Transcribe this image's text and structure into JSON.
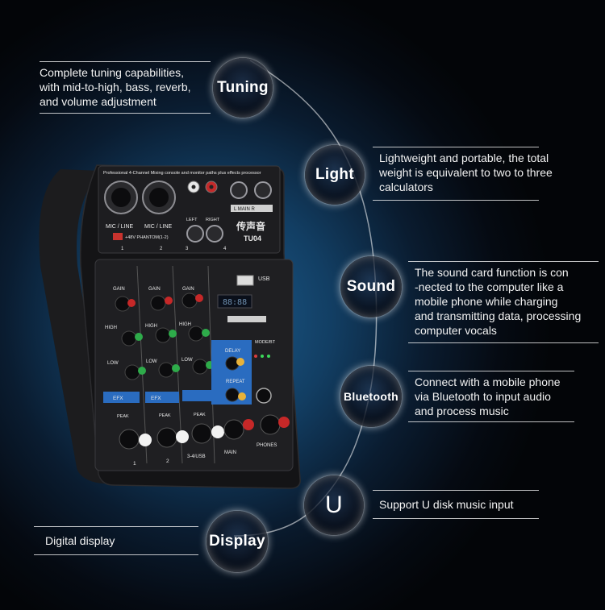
{
  "features": [
    {
      "id": "tuning",
      "label": "Tuning",
      "lines": [
        "Complete tuning capabilities,",
        "with mid-to-high, bass, reverb,",
        "and volume adjustment"
      ]
    },
    {
      "id": "light",
      "label": "Light",
      "lines": [
        "Lightweight and portable, the total",
        "weight is equivalent to two to three",
        "calculators"
      ]
    },
    {
      "id": "sound",
      "label": "Sound",
      "lines": [
        "The sound card function is con",
        "-nected to the computer like a",
        "mobile phone while charging",
        "and transmitting data, processing",
        "computer vocals"
      ]
    },
    {
      "id": "bluetooth",
      "label": "Bluetooth",
      "lines": [
        "Connect with a mobile phone",
        "via Bluetooth to input audio",
        "and process music"
      ]
    },
    {
      "id": "usb",
      "label": "U",
      "lines": [
        "Support U disk music input"
      ]
    },
    {
      "id": "display",
      "label": "Display",
      "lines": [
        "Digital display"
      ]
    }
  ],
  "device": {
    "header": "Professional 4-Channel Mixing console and monitor paths plus effects processor",
    "brand": "传声音",
    "model": "TU04",
    "mic_line_1": "MIC / LINE",
    "mic_line_2": "MIC / LINE",
    "phantom": "+48V PHANTOM(1-2)",
    "left": "LEFT",
    "right": "RIGHT",
    "main_lr": "L MAIN R",
    "usb": "USB",
    "display_digits": "88:88",
    "gain": "GAIN",
    "high": "HIGH",
    "low": "LOW",
    "efx": "EFX",
    "peak": "PEAK",
    "delay": "DELAY",
    "repeat": "REPEAT",
    "mode_bt": "MODE/BT",
    "main": "MAIN",
    "phones": "PHONES",
    "ch1": "1",
    "ch2": "2",
    "ch34": "3-4/USB",
    "ch_num_1": "1",
    "ch_num_2": "2",
    "ch_num_3": "3",
    "ch_num_4": "4"
  }
}
